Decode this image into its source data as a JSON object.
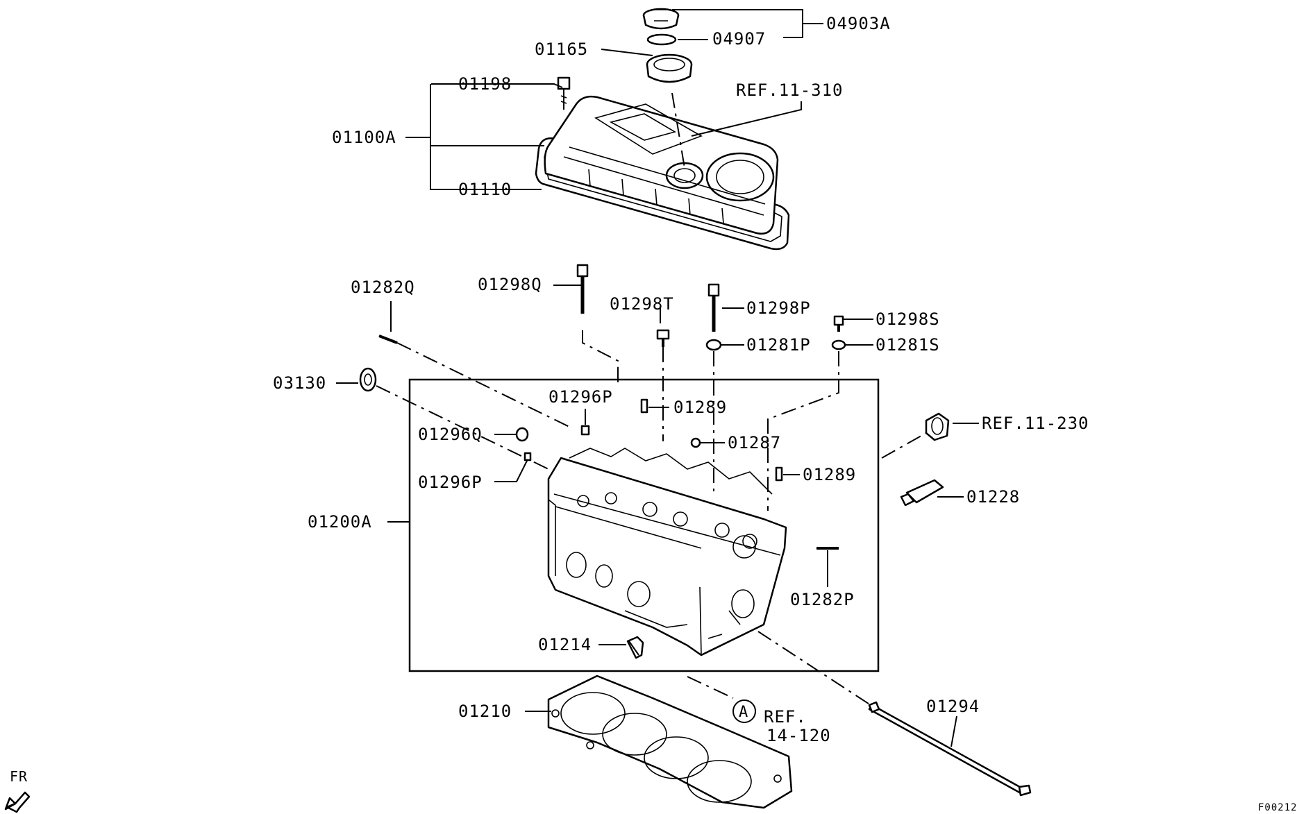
{
  "labels": {
    "p04903A": "04903A",
    "p04907": "04907",
    "p01165": "01165",
    "ref11_310": "REF.11-310",
    "p01198": "01198",
    "p01100A": "01100A",
    "p01110": "01110",
    "p01282Q": "01282Q",
    "p01298Q": "01298Q",
    "p01298T": "01298T",
    "p01298P": "01298P",
    "p01298S": "01298S",
    "p01281P": "01281P",
    "p01281S": "01281S",
    "p03130": "03130",
    "p01296P_top": "01296P",
    "p01289_top": "01289",
    "ref11_230": "REF.11-230",
    "p01296Q": "01296Q",
    "p01287": "01287",
    "p01289_right": "01289",
    "p01296P_left": "01296P",
    "p01228": "01228",
    "p01200A": "01200A",
    "p01282P": "01282P",
    "p01214": "01214",
    "p01294": "01294",
    "p01210": "01210",
    "callout_letter": "A",
    "ref14_line1": "REF.",
    "ref14_line2": "14-120",
    "fr": "FR",
    "figure_code": "F00212"
  },
  "icons": {
    "front_arrow": "front-direction-arrow-icon"
  }
}
